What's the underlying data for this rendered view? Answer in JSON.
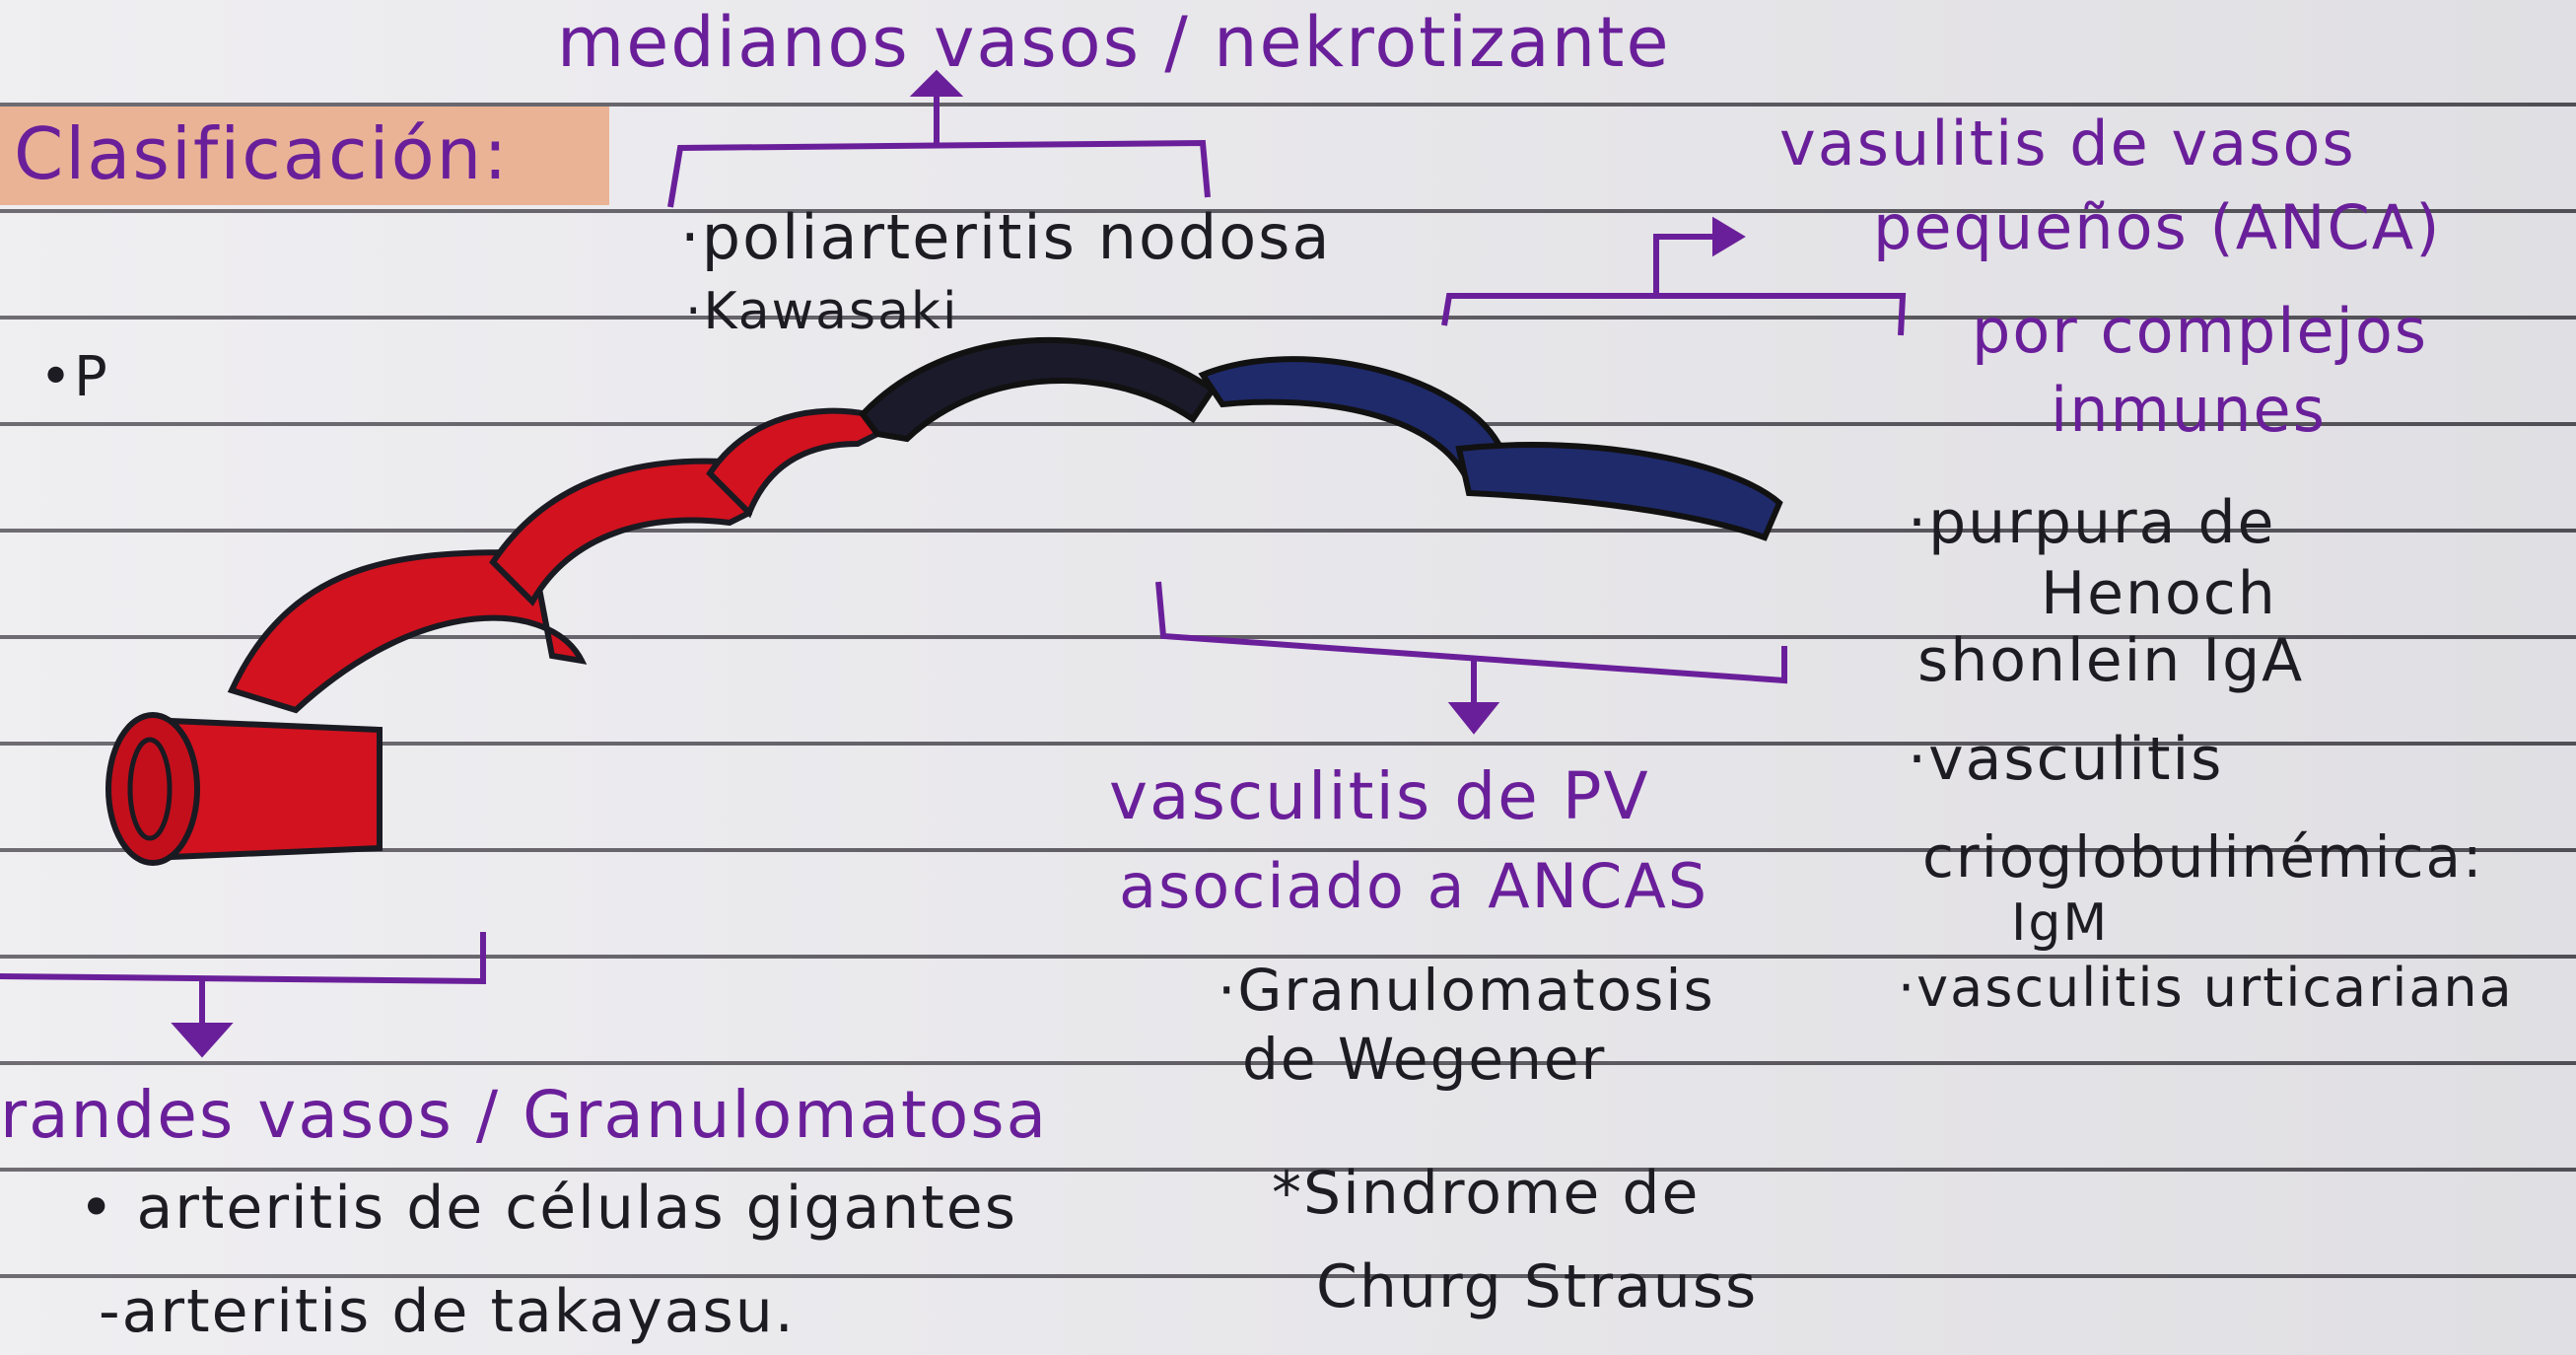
{
  "notes": {
    "medium_header": "medianos vasos / nekrotizante",
    "classification_label": "Clasificación:",
    "medium_items": [
      "·poliarteritis nodosa",
      "·Kawasaki"
    ],
    "p_bullet": "•P",
    "small_header_line1": "vasulitis de vasos",
    "small_header_line2": "pequeños (ANCA)",
    "immune_line1": "por complejos",
    "immune_line2": "inmunes",
    "immune_items": [
      "·purpura de",
      "Henoch",
      "shonlein IgA",
      "·vasculitis",
      "crioglobulinémica:",
      "IgM",
      "·vasculitis urticariana"
    ],
    "pv_header_line1": "vasculitis de PV",
    "pv_header_line2": "asociado a ANCAS",
    "pv_items": [
      "·Granulomatosis",
      "de Wegener",
      "*Sindrome de",
      "Churg Strauss"
    ],
    "large_header": "randes vasos / Granulomatosa",
    "large_items": [
      "• arteritis de células gigantes",
      "-arteritis de takayasu."
    ]
  },
  "colors": {
    "ink_purple": "#6a1f9a",
    "ink_black": "#1c1c22",
    "vessel_red": "#d2121f",
    "vessel_dark": "#1a1a2a",
    "vessel_navy": "#1f2a6a",
    "highlight_orange": "#e9a37c",
    "rule_line": "#55535a"
  }
}
